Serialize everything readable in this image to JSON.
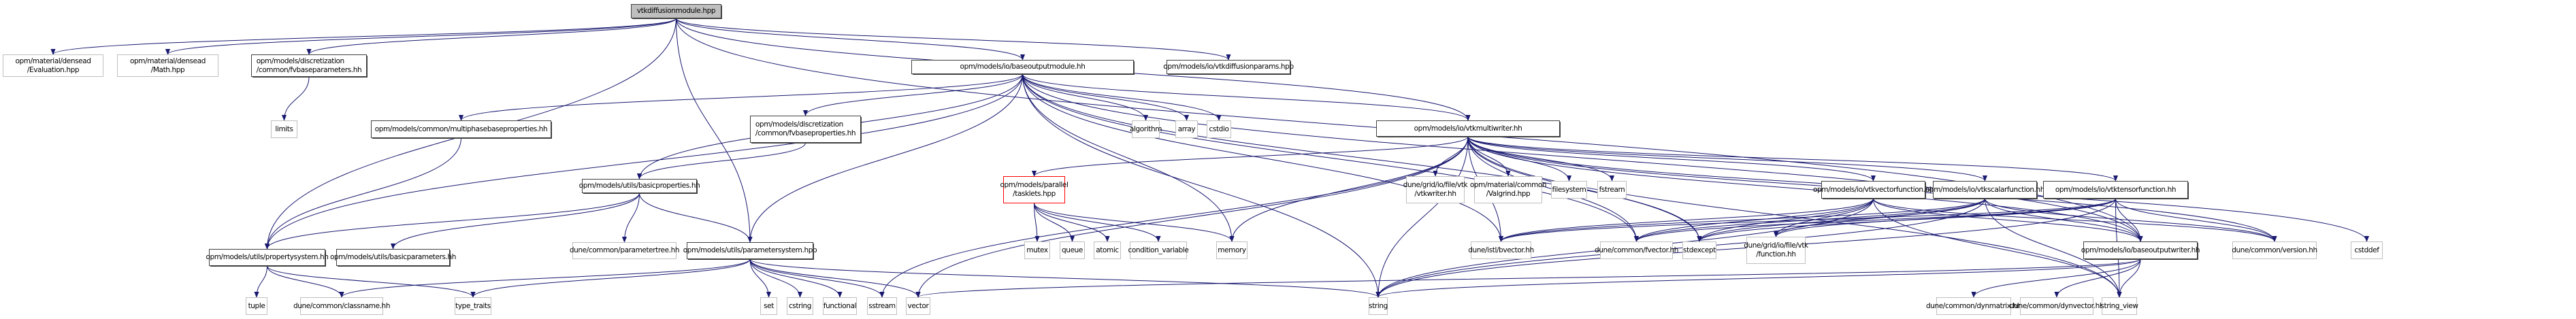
{
  "diagram": {
    "title": "vtkdiffusionmodule.hpp include dependency graph",
    "colors": {
      "edge": "#191970",
      "local_border": "#404040",
      "system_border": "#bfbfbf",
      "root_fill": "#bfbfbf",
      "incomplete_border": "#ff0000"
    },
    "nodes": [
      {
        "id": "root",
        "label": "vtkdiffusionmodule.hpp",
        "kind": "root"
      },
      {
        "id": "evaluation",
        "label": "opm/material/densead\n/Evaluation.hpp",
        "kind": "sys"
      },
      {
        "id": "math",
        "label": "opm/material/densead\n/Math.hpp",
        "kind": "sys"
      },
      {
        "id": "fvbaseparams",
        "label": "opm/models/discretization\n/common/fvbaseparameters.hh",
        "kind": "local"
      },
      {
        "id": "baseoutputmodule",
        "label": "opm/models/io/baseoutputmodule.hh",
        "kind": "local"
      },
      {
        "id": "vtkdiffusionparams",
        "label": "opm/models/io/vtkdiffusionparams.hpp",
        "kind": "local"
      },
      {
        "id": "limits",
        "label": "limits",
        "kind": "sys"
      },
      {
        "id": "multiphase",
        "label": "opm/models/common/multiphasebaseproperties.hh",
        "kind": "local"
      },
      {
        "id": "fvbaseprops",
        "label": "opm/models/discretization\n/common/fvbaseproperties.hh",
        "kind": "local"
      },
      {
        "id": "algorithm",
        "label": "algorithm",
        "kind": "sys"
      },
      {
        "id": "array",
        "label": "array",
        "kind": "sys"
      },
      {
        "id": "cstdio",
        "label": "cstdio",
        "kind": "sys"
      },
      {
        "id": "vtkmultiwriter",
        "label": "opm/models/io/vtkmultiwriter.hh",
        "kind": "local"
      },
      {
        "id": "basicproperties",
        "label": "opm/models/utils/basicproperties.hh",
        "kind": "local"
      },
      {
        "id": "tasklets",
        "label": "opm/models/parallel\n/tasklets.hpp",
        "kind": "red"
      },
      {
        "id": "vtkwriter",
        "label": "dune/grid/io/file/vtk\n/vtkwriter.hh",
        "kind": "sys"
      },
      {
        "id": "valgrind",
        "label": "opm/material/common\n/Valgrind.hpp",
        "kind": "sys"
      },
      {
        "id": "filesystem",
        "label": "filesystem",
        "kind": "sys"
      },
      {
        "id": "fstream",
        "label": "fstream",
        "kind": "sys"
      },
      {
        "id": "vtkvector",
        "label": "opm/models/io/vtkvectorfunction.hh",
        "kind": "local"
      },
      {
        "id": "vtkscalar",
        "label": "opm/models/io/vtkscalarfunction.hh",
        "kind": "local"
      },
      {
        "id": "vtktensor",
        "label": "opm/models/io/vtktensorfunction.hh",
        "kind": "local"
      },
      {
        "id": "propertysystem",
        "label": "opm/models/utils/propertysystem.hh",
        "kind": "local"
      },
      {
        "id": "basicparameters",
        "label": "opm/models/utils/basicparameters.hh",
        "kind": "local"
      },
      {
        "id": "parametertree",
        "label": "dune/common/parametertree.hh",
        "kind": "sys"
      },
      {
        "id": "parametersystem",
        "label": "opm/models/utils/parametersystem.hpp",
        "kind": "local"
      },
      {
        "id": "mutex",
        "label": "mutex",
        "kind": "sys"
      },
      {
        "id": "queue",
        "label": "queue",
        "kind": "sys"
      },
      {
        "id": "atomic",
        "label": "atomic",
        "kind": "sys"
      },
      {
        "id": "condvar",
        "label": "condition_variable",
        "kind": "sys"
      },
      {
        "id": "memory",
        "label": "memory",
        "kind": "sys"
      },
      {
        "id": "bvector",
        "label": "dune/istl/bvector.hh",
        "kind": "sys"
      },
      {
        "id": "fvector",
        "label": "dune/common/fvector.hh",
        "kind": "sys"
      },
      {
        "id": "stdexcept",
        "label": "stdexcept",
        "kind": "sys"
      },
      {
        "id": "vtkfunction",
        "label": "dune/grid/io/file/vtk\n/function.hh",
        "kind": "sys"
      },
      {
        "id": "baseoutputwriter",
        "label": "opm/models/io/baseoutputwriter.hh",
        "kind": "local"
      },
      {
        "id": "version",
        "label": "dune/common/version.hh",
        "kind": "sys"
      },
      {
        "id": "cstddef",
        "label": "cstddef",
        "kind": "sys"
      },
      {
        "id": "tuple",
        "label": "tuple",
        "kind": "sys"
      },
      {
        "id": "classname",
        "label": "dune/common/classname.hh",
        "kind": "sys"
      },
      {
        "id": "typetraits",
        "label": "type_traits",
        "kind": "sys"
      },
      {
        "id": "set",
        "label": "set",
        "kind": "sys"
      },
      {
        "id": "cstring",
        "label": "cstring",
        "kind": "sys"
      },
      {
        "id": "functional",
        "label": "functional",
        "kind": "sys"
      },
      {
        "id": "sstream",
        "label": "sstream",
        "kind": "sys"
      },
      {
        "id": "vector",
        "label": "vector",
        "kind": "sys"
      },
      {
        "id": "string",
        "label": "string",
        "kind": "sys"
      },
      {
        "id": "dynmatrix",
        "label": "dune/common/dynmatrix.hh",
        "kind": "sys"
      },
      {
        "id": "dynvector",
        "label": "dune/common/dynvector.hh",
        "kind": "sys"
      },
      {
        "id": "stringview",
        "label": "string_view",
        "kind": "sys"
      }
    ],
    "edges": [
      [
        "root",
        "evaluation"
      ],
      [
        "root",
        "math"
      ],
      [
        "root",
        "fvbaseparams"
      ],
      [
        "root",
        "baseoutputmodule"
      ],
      [
        "root",
        "vtkdiffusionparams"
      ],
      [
        "root",
        "propertysystem"
      ],
      [
        "root",
        "parametersystem"
      ],
      [
        "root",
        "vtkmultiwriter"
      ],
      [
        "root",
        "baseoutputwriter"
      ],
      [
        "fvbaseparams",
        "limits"
      ],
      [
        "baseoutputmodule",
        "multiphase"
      ],
      [
        "baseoutputmodule",
        "fvbaseprops"
      ],
      [
        "baseoutputmodule",
        "algorithm"
      ],
      [
        "baseoutputmodule",
        "array"
      ],
      [
        "baseoutputmodule",
        "cstdio"
      ],
      [
        "baseoutputmodule",
        "vtkmultiwriter"
      ],
      [
        "baseoutputmodule",
        "basicproperties"
      ],
      [
        "baseoutputmodule",
        "propertysystem"
      ],
      [
        "baseoutputmodule",
        "parametersystem"
      ],
      [
        "baseoutputmodule",
        "memory"
      ],
      [
        "baseoutputmodule",
        "bvector"
      ],
      [
        "baseoutputmodule",
        "fvector"
      ],
      [
        "baseoutputmodule",
        "string"
      ],
      [
        "baseoutputmodule",
        "baseoutputwriter"
      ],
      [
        "baseoutputmodule",
        "stdexcept"
      ],
      [
        "multiphase",
        "propertysystem"
      ],
      [
        "fvbaseprops",
        "basicproperties"
      ],
      [
        "basicproperties",
        "propertysystem"
      ],
      [
        "basicproperties",
        "basicparameters"
      ],
      [
        "basicproperties",
        "parametertree"
      ],
      [
        "basicproperties",
        "parametersystem"
      ],
      [
        "vtkmultiwriter",
        "tasklets"
      ],
      [
        "vtkmultiwriter",
        "vtkwriter"
      ],
      [
        "vtkmultiwriter",
        "valgrind"
      ],
      [
        "vtkmultiwriter",
        "filesystem"
      ],
      [
        "vtkmultiwriter",
        "fstream"
      ],
      [
        "vtkmultiwriter",
        "vtkvector"
      ],
      [
        "vtkmultiwriter",
        "vtkscalar"
      ],
      [
        "vtkmultiwriter",
        "vtktensor"
      ],
      [
        "vtkmultiwriter",
        "baseoutputwriter"
      ],
      [
        "vtkmultiwriter",
        "memory"
      ],
      [
        "vtkmultiwriter",
        "bvector"
      ],
      [
        "vtkmultiwriter",
        "fvector"
      ],
      [
        "vtkmultiwriter",
        "stdexcept"
      ],
      [
        "vtkmultiwriter",
        "version"
      ],
      [
        "vtkmultiwriter",
        "cstddef"
      ],
      [
        "vtkmultiwriter",
        "string"
      ],
      [
        "vtkmultiwriter",
        "sstream"
      ],
      [
        "vtkmultiwriter",
        "vector"
      ],
      [
        "vtkmultiwriter",
        "stringview"
      ],
      [
        "tasklets",
        "mutex"
      ],
      [
        "tasklets",
        "queue"
      ],
      [
        "tasklets",
        "atomic"
      ],
      [
        "tasklets",
        "condvar"
      ],
      [
        "tasklets",
        "memory"
      ],
      [
        "vtkvector",
        "baseoutputwriter"
      ],
      [
        "vtkvector",
        "bvector"
      ],
      [
        "vtkvector",
        "fvector"
      ],
      [
        "vtkvector",
        "stdexcept"
      ],
      [
        "vtkvector",
        "vtkfunction"
      ],
      [
        "vtkvector",
        "version"
      ],
      [
        "vtkvector",
        "string"
      ],
      [
        "vtkvector",
        "stringview"
      ],
      [
        "vtkscalar",
        "baseoutputwriter"
      ],
      [
        "vtkscalar",
        "bvector"
      ],
      [
        "vtkscalar",
        "fvector"
      ],
      [
        "vtkscalar",
        "stdexcept"
      ],
      [
        "vtkscalar",
        "vtkfunction"
      ],
      [
        "vtkscalar",
        "version"
      ],
      [
        "vtkscalar",
        "string"
      ],
      [
        "vtkscalar",
        "stringview"
      ],
      [
        "vtktensor",
        "baseoutputwriter"
      ],
      [
        "vtktensor",
        "bvector"
      ],
      [
        "vtktensor",
        "fvector"
      ],
      [
        "vtktensor",
        "stdexcept"
      ],
      [
        "vtktensor",
        "vtkfunction"
      ],
      [
        "vtktensor",
        "version"
      ],
      [
        "vtktensor",
        "string"
      ],
      [
        "vtktensor",
        "stringview"
      ],
      [
        "propertysystem",
        "tuple"
      ],
      [
        "propertysystem",
        "classname"
      ],
      [
        "propertysystem",
        "typetraits"
      ],
      [
        "parametersystem",
        "classname"
      ],
      [
        "parametersystem",
        "typetraits"
      ],
      [
        "parametersystem",
        "set"
      ],
      [
        "parametersystem",
        "cstring"
      ],
      [
        "parametersystem",
        "functional"
      ],
      [
        "parametersystem",
        "sstream"
      ],
      [
        "parametersystem",
        "vector"
      ],
      [
        "parametersystem",
        "string"
      ],
      [
        "baseoutputwriter",
        "dynmatrix"
      ],
      [
        "baseoutputwriter",
        "dynvector"
      ],
      [
        "baseoutputwriter",
        "stringview"
      ],
      [
        "baseoutputwriter",
        "vector"
      ],
      [
        "baseoutputwriter",
        "string"
      ]
    ]
  }
}
